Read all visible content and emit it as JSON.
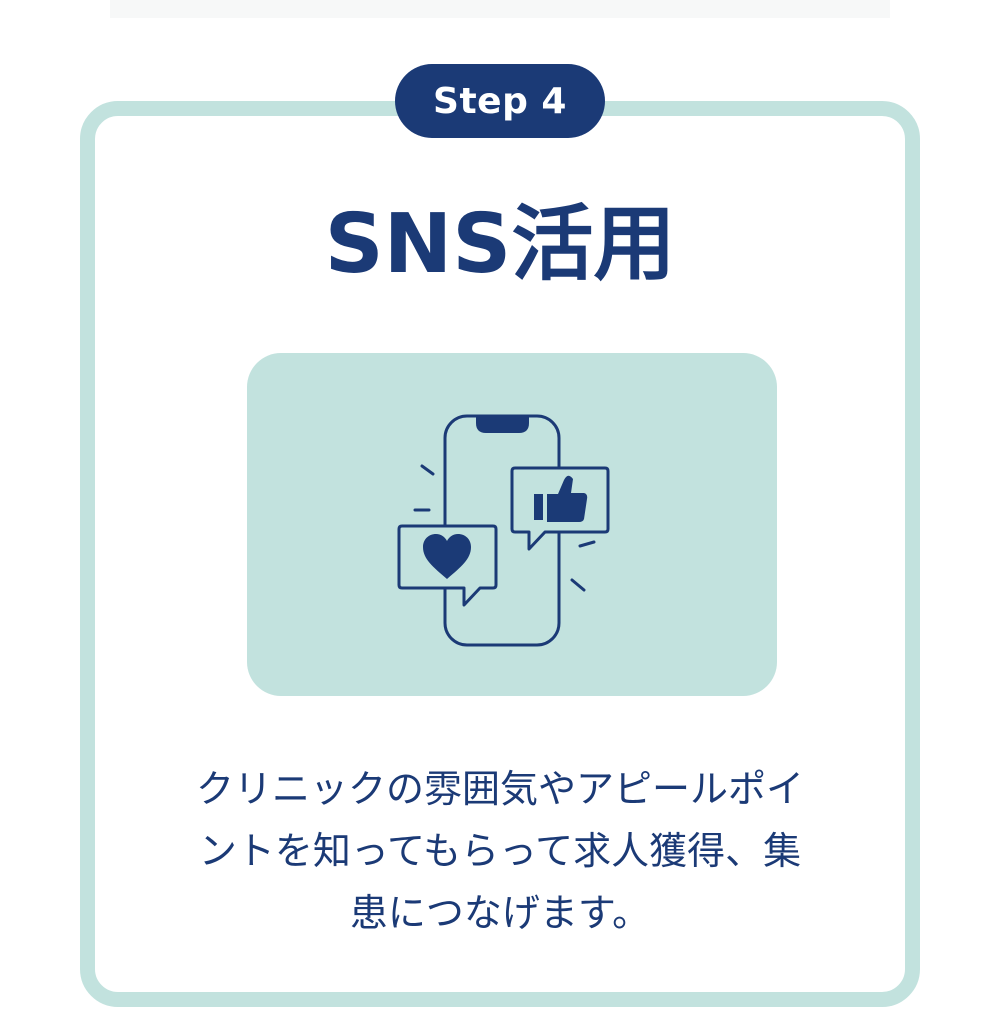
{
  "card": {
    "step_label": "Step 4",
    "title": "SNS活用",
    "illustration_icon": "smartphone-social-icon",
    "description_lines": [
      "クリニックの雰囲気やアピールポイ",
      "ントを知ってもらって求人獲得、集",
      "患につなげます。"
    ]
  },
  "colors": {
    "navy": "#1b3a76",
    "mint": "#c2e2de",
    "background": "#ffffff"
  }
}
